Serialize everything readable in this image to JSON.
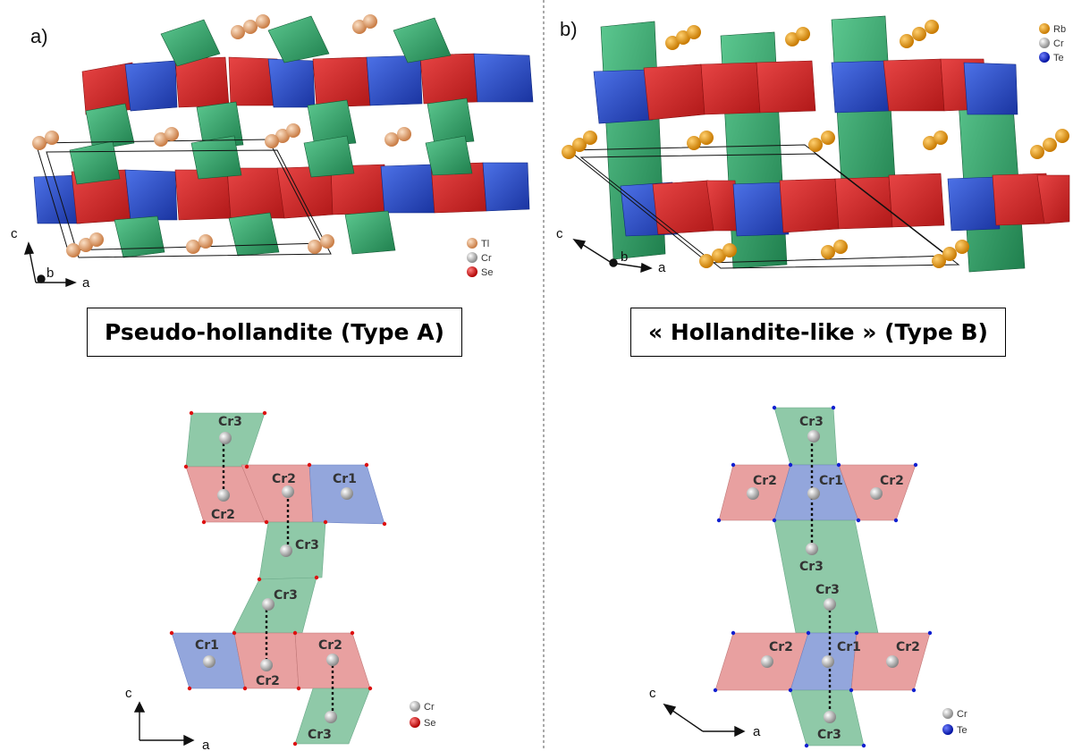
{
  "panels": [
    {
      "letter": "a)",
      "title": "Pseudo-hollandite (Type A)",
      "legend": [
        "Tl",
        "Cr",
        "Se"
      ],
      "axes": {
        "c": "c",
        "b": "b",
        "a": "a"
      },
      "bottom_axes": {
        "c": "c",
        "a": "a"
      },
      "bottom_legend": [
        "Cr",
        "Se"
      ],
      "cr_labels": [
        "Cr3",
        "Cr2",
        "Cr2",
        "Cr1",
        "Cr3",
        "Cr3",
        "Cr1",
        "Cr2",
        "Cr2",
        "Cr3"
      ]
    },
    {
      "letter": "b)",
      "title": "« Hollandite-like » (Type B)",
      "legend": [
        "Rb",
        "Cr",
        "Te"
      ],
      "axes": {
        "c": "c",
        "b": "b",
        "a": "a"
      },
      "bottom_axes": {
        "c": "c",
        "a": "a"
      },
      "bottom_legend": [
        "Cr",
        "Te"
      ],
      "cr_labels": [
        "Cr3",
        "Cr2",
        "Cr1",
        "Cr2",
        "Cr3",
        "Cr3",
        "Cr2",
        "Cr1",
        "Cr2",
        "Cr3"
      ]
    }
  ],
  "colors": {
    "red_polyhedron": "#d42a2a",
    "green_polyhedron": "#2fa56a",
    "blue_polyhedron": "#2a4fc8",
    "tl_atom": "#e8a874",
    "rb_atom": "#f0a010",
    "se_atom": "#e01010",
    "te_atom": "#1020d0",
    "cr_atom": "#cccccc"
  }
}
